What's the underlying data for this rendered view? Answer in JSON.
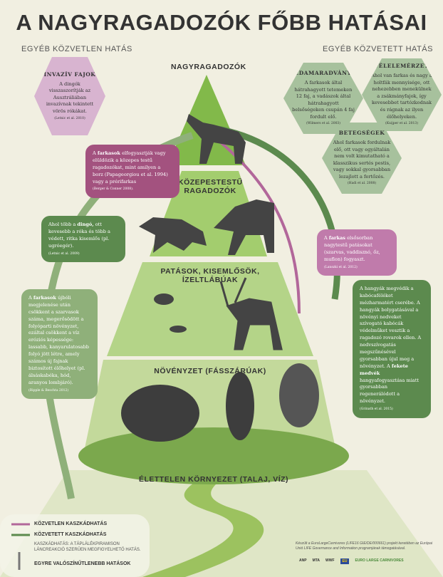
{
  "title": "A NAGYRAGADOZÓK FŐBB HATÁSAI",
  "left_header": "EGYÉB KÖZVETLEN HATÁS",
  "right_header": "EGYÉB KÖZVETETT HATÁS",
  "levels": [
    "NAGYRAGADOZÓK",
    "KÖZEPESTESTŰ RAGADOZÓK",
    "PATÁSOK, KISEMLŐSÖK, ÍZELTLÁBÚAK",
    "NÖVÉNYZET (FÁSSZÁRÚAK)",
    "ÉLETTELEN KÖRNYEZET (TALAJ, VÍZ)"
  ],
  "hexes": [
    {
      "title": "INVAZÍV FAJOK",
      "text": "A dingók visszaszorítják az Ausztráliában invazívnak tekintett vörös rókákat.",
      "cite": "(Letnic et al. 2010)"
    },
    {
      "title": "PRÉDAMARADVÁNYOK",
      "text": "A farkasok által hátrahagyott tetemeken 12 faj, a vadászok által hátrahagyott belsőségeken csupán 4 faj fordult elő.",
      "cite": "(Wilmers et al. 2003)"
    },
    {
      "title": "FÉLELEMÉRZET",
      "text": "Ahol van farkas és nagy a holtfák mennyisége, ott nehezebben menekülnek a zsákmányfajok, így kevesebbet tartózkodnak és rágnak az ilyen élőhelyeken.",
      "cite": "(Kuijper et al. 2013)"
    },
    {
      "title": "BETEGSÉGEK",
      "text": "Ahol farkasok fordulnak elő, ott vagy egyáltalán nem volt kimutatható a klasszikus sertés pestis, vagy sokkal gyorsabban lezajlott a fertőzés.",
      "cite": "(Hadi et al. 2008)"
    }
  ],
  "boxes": [
    {
      "pre": "A ",
      "bold": "farkasok",
      "text": " elfogyasztják vagy elüldözik a közepes testű ragadozókat, mint amilyen a borz (Papageorgiou et al. 1994) vagy a prérifarkas",
      "cite": "(Berger & Conner 2008)."
    },
    {
      "pre": "Ahol több a ",
      "bold": "dingó,",
      "text": " ott kevesebb a róka és több a védett, ritka kisemlős (pl. ugróegér).",
      "cite": "(Letnic et al. 2009)"
    },
    {
      "pre": "A ",
      "bold": "farkas",
      "text": " elsősorban nagytestű patásokat (szarvas, vaddisznó, őz, muflon) fogyaszt.",
      "cite": "(Lanszki et al. 2012)"
    },
    {
      "pre": "A ",
      "bold": "farkasok",
      "text": " újbóli megjelenése után csökkent a szarvasok száma, megerősödött a folyóparti növényzet, ezáltal csökkent a víz eróziós képessége: lassabb, kanyarulatosabb folyó jött létre, amely számos új fajnak biztosított élőhelyet (pl. álsáskabéka, hód, aranyos lombjáró).",
      "cite": "(Ripple & Beschta 2012)"
    },
    {
      "pre": "A hangyák megvédik a kabócaféléket mézharmatért cserébe. A hangyák bolygatásával a növényi nedveket szívogató kabócák védelműket vesztik a ragadozó rovarok ellen. A nedvszívogatás megszűnésével gyorsabban újul meg a növényzet. A ",
      "bold": "fekete medvék",
      "text": " hangyafogyasztása miatt gyorsabban regenerálódott a növényzet.",
      "cite": "(Grinath et al. 2015)"
    }
  ],
  "legend": {
    "direct": "KÖZVETLEN KASZKÁDHATÁS",
    "indirect": "KÖZVETETT KASZKÁDHATÁS",
    "definition": "KASZKÁDHATÁS: A TÁPLÁLÉKPIRAMISON LÁNCREAKCIÓ SZERŰEN MEGFIGYELHETŐ HATÁS.",
    "less_likely": "EGYRE VALÓSZÍNŰTLENEBB HATÁSOK"
  },
  "credit": "Készült a EuroLargeCarnivores (LIFE16 GIE/DE/000661) projekt keretében az Európai Unió LIFE Governance and Information programjának támogatásával.",
  "logos": [
    "ANP",
    "MTA",
    "WWF",
    "EU",
    "EURO LARGE CARNIVORES"
  ],
  "colors": {
    "purple": "#a3527f",
    "green": "#5c8a4e",
    "light_green": "#8fc25a"
  }
}
